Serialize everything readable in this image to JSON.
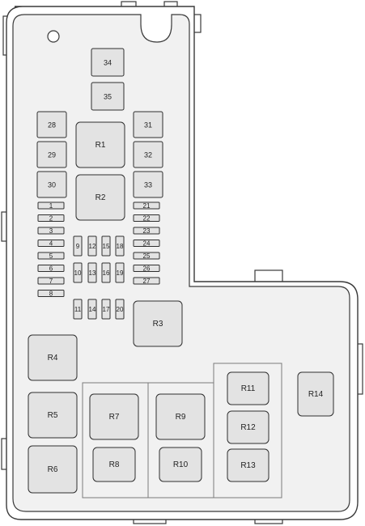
{
  "fuses_large": [
    "34",
    "35",
    "28",
    "29",
    "30",
    "31",
    "32",
    "33"
  ],
  "relays": [
    "R1",
    "R2",
    "R3",
    "R4",
    "R5",
    "R6",
    "R7",
    "R8",
    "R9",
    "R10",
    "R11",
    "R12",
    "R13",
    "R14"
  ],
  "fuses_left": [
    "1",
    "2",
    "3",
    "4",
    "5",
    "6",
    "7",
    "8"
  ],
  "fuses_right": [
    "21",
    "22",
    "23",
    "24",
    "25",
    "26",
    "27"
  ],
  "fuses_vertical": [
    "9",
    "10",
    "11",
    "12",
    "13",
    "14",
    "15",
    "16",
    "17",
    "18",
    "19",
    "20"
  ]
}
